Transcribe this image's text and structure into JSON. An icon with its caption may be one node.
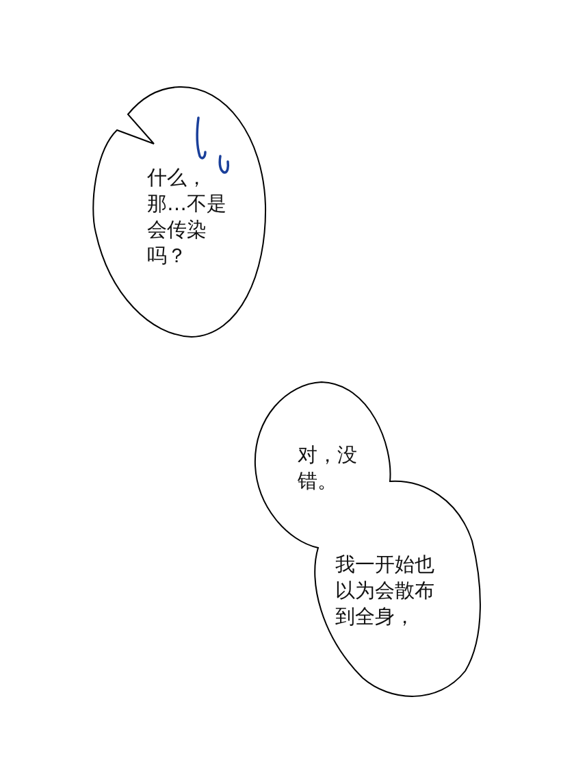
{
  "diagram": {
    "nodes": [
      {
        "text": [
          "什么，那…不是会传染吗？"
        ]
      },
      {
        "text": [
          "对，没错。",
          "我一开始也以为会散布到全身，"
        ]
      }
    ]
  }
}
